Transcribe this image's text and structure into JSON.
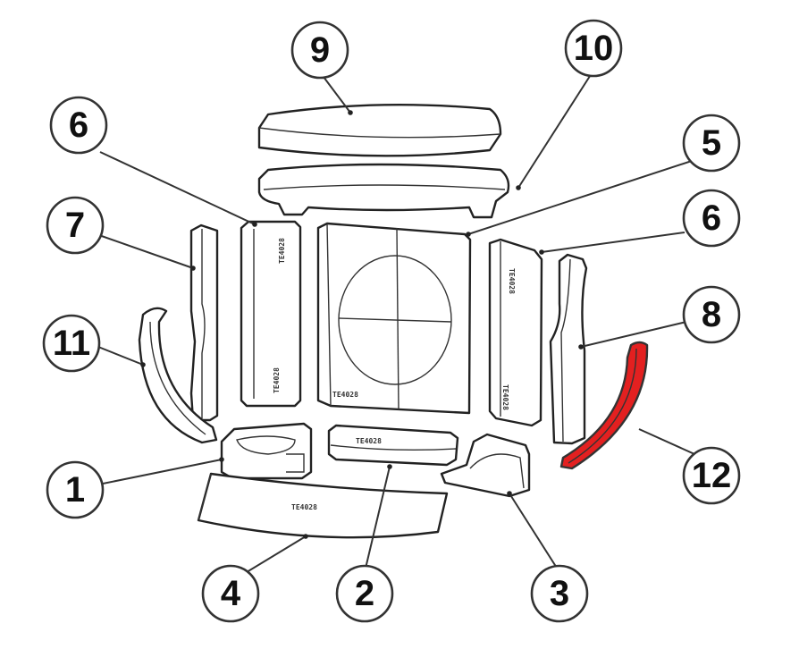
{
  "colors": {
    "highlight": "#e32020",
    "outline": "#222222",
    "background": "#ffffff"
  },
  "parts": [
    {
      "id": "1",
      "label": "1",
      "highlighted": false
    },
    {
      "id": "2",
      "label": "2",
      "highlighted": false
    },
    {
      "id": "3",
      "label": "3",
      "highlighted": false
    },
    {
      "id": "4",
      "label": "4",
      "highlighted": false
    },
    {
      "id": "5",
      "label": "5",
      "highlighted": false
    },
    {
      "id": "6a",
      "label": "6",
      "highlighted": false
    },
    {
      "id": "6b",
      "label": "6",
      "highlighted": false
    },
    {
      "id": "7",
      "label": "7",
      "highlighted": false
    },
    {
      "id": "8",
      "label": "8",
      "highlighted": false
    },
    {
      "id": "9",
      "label": "9",
      "highlighted": false
    },
    {
      "id": "10",
      "label": "10",
      "highlighted": false
    },
    {
      "id": "11",
      "label": "11",
      "highlighted": false
    },
    {
      "id": "12",
      "label": "12",
      "highlighted": true
    }
  ]
}
